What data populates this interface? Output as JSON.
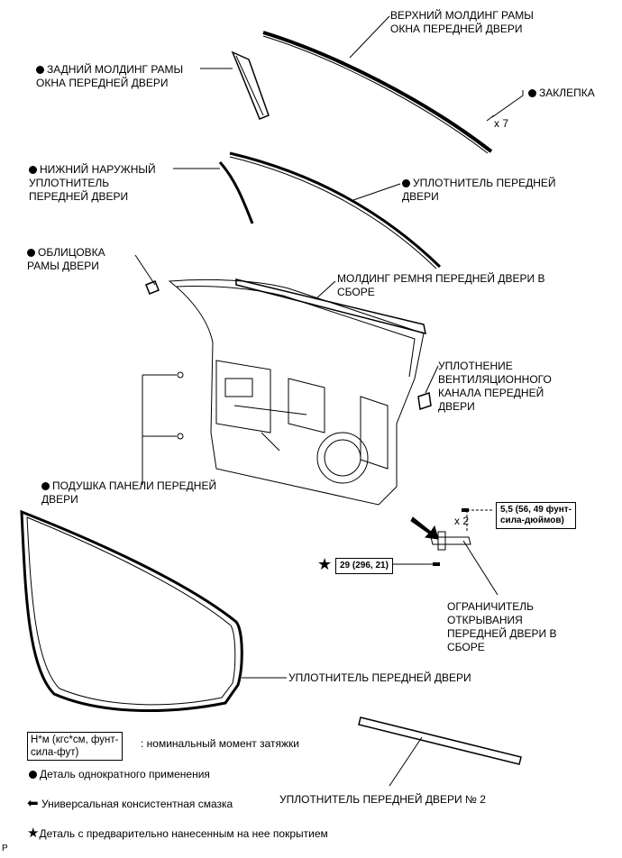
{
  "labels": {
    "upper_molding": "ВЕРХНИЙ МОЛДИНГ РАМЫ\nОКНА ПЕРЕДНЕЙ ДВЕРИ",
    "rear_molding": "ЗАДНИЙ МОЛДИНГ РАМЫ\nОКНА ПЕРЕДНЕЙ ДВЕРИ",
    "rivet": "ЗАКЛЕПКА",
    "rivet_qty": "x 7",
    "lower_outer_seal": "НИЖНИЙ НАРУЖНЫЙ\nУПЛОТНИТЕЛЬ\nПЕРЕДНЕЙ ДВЕРИ",
    "front_door_seal_upper": "УПЛОТНИТЕЛЬ ПЕРЕДНЕЙ\nДВЕРИ",
    "frame_garnish": "ОБЛИЦОВКА\nРАМЫ ДВЕРИ",
    "belt_molding": "МОЛДИНГ РЕМНЯ ПЕРЕДНЕЙ ДВЕРИ В\nСБОРЕ",
    "vent_seal": "УПЛОТНЕНИЕ\nВЕНТИЛЯЦИОННОГО\nКАНАЛА ПЕРЕДНЕЙ\nДВЕРИ",
    "panel_cushion": "ПОДУШКА ПАНЕЛИ ПЕРЕДНЕЙ\nДВЕРИ",
    "bolt_qty": "x 2",
    "torque_1": "5,5 (56, 49 фунт-\nсила-дюймов)",
    "torque_2": "29 (296, 21)",
    "door_check": "ОГРАНИЧИТЕЛЬ\nОТКРЫВАНИЯ\nПЕРЕДНЕЙ ДВЕРИ В\nСБОРЕ",
    "door_weatherstrip": "УПЛОТНИТЕЛЬ ПЕРЕДНЕЙ ДВЕРИ",
    "door_weatherstrip_2": "УПЛОТНИТЕЛЬ ПЕРЕДНЕЙ ДВЕРИ № 2"
  },
  "legend": {
    "torque_unit": "Н*м (кгс*см, фунт-\nсила-фут)",
    "torque_desc": ": номинальный момент затяжки",
    "non_reusable": "Деталь однократного применения",
    "grease": "Универсальная консистентная смазка",
    "precoated": "Деталь с предварительно нанесенным на нее покрытием"
  },
  "footer_code": "P"
}
